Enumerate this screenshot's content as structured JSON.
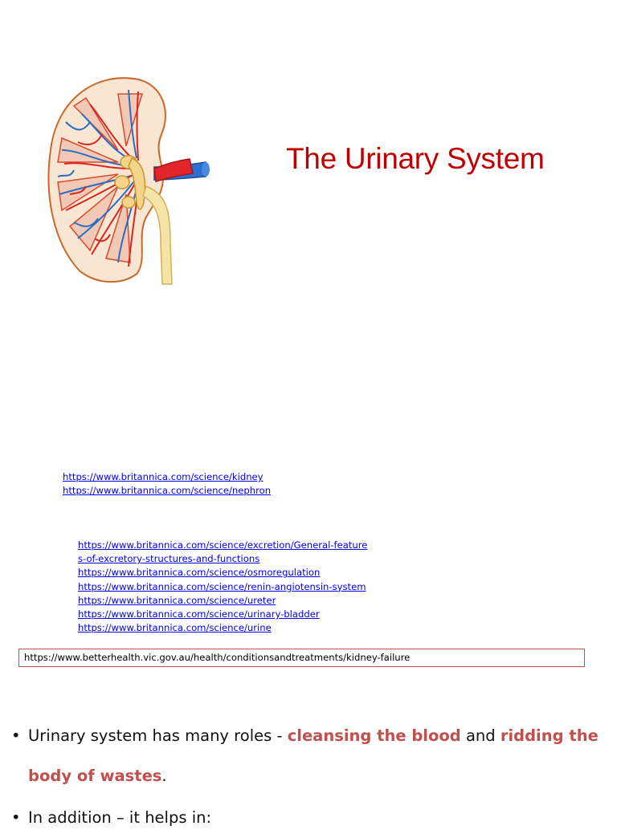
{
  "slide": {
    "title": "The Urinary System"
  },
  "links_group_1": [
    "https://www.britannica.com/science/kidney",
    "https://www.britannica.com/science/nephron"
  ],
  "links_group_2": [
    "https://www.britannica.com/science/excretion/General-feature",
    "s-of-excretory-structures-and-functions",
    "https://www.britannica.com/science/osmoregulation",
    "https://www.britannica.com/science/renin-angiotensin-system",
    "https://www.britannica.com/science/ureter",
    "https://www.britannica.com/science/urinary-bladder",
    "https://www.britannica.com/science/urine"
  ],
  "boxed_link": "https://www.betterhealth.vic.gov.au/health/conditionsandtreatments/kidney-failure",
  "bullets": {
    "bullet_char": "•",
    "first": {
      "text_1": "Urinary system has many roles - ",
      "highlight_1": "cleansing the blood",
      "text_2": " and ",
      "highlight_2": "ridding the",
      "highlight_3": "body of wastes",
      "text_3": "."
    },
    "second": {
      "text": "In addition – it helps in:"
    }
  },
  "colors": {
    "title": "#c00000",
    "highlight": "#c0504d",
    "link": "#0000ee",
    "box_border": "#c0504d"
  },
  "icons": {
    "kidney_illustration": "kidney-cross-section-illustration"
  }
}
